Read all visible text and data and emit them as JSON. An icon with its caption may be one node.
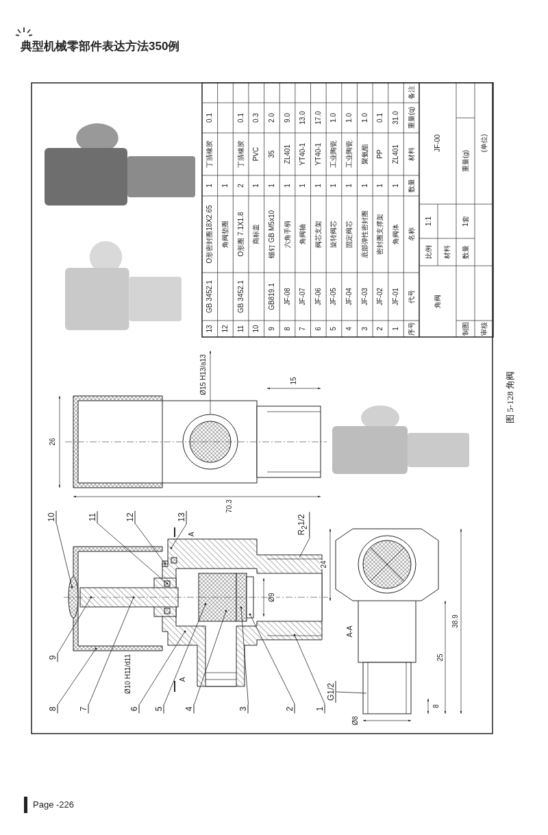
{
  "diagram": {
    "title": "典型机械零部件表达方法350例",
    "caption": "图 5-128 角阀",
    "nodes": [
      {
        "text": [
          "1"
        ]
      },
      {
        "text": [
          "2"
        ]
      },
      {
        "text": [
          "3"
        ]
      },
      {
        "text": [
          "4"
        ]
      },
      {
        "text": [
          "5"
        ]
      },
      {
        "text": [
          "6"
        ]
      },
      {
        "text": [
          "7"
        ]
      },
      {
        "text": [
          "8"
        ]
      },
      {
        "text": [
          "9"
        ]
      },
      {
        "text": [
          "10"
        ]
      },
      {
        "text": [
          "11"
        ]
      },
      {
        "text": [
          "12"
        ]
      },
      {
        "text": [
          "13"
        ]
      },
      {
        "text": [
          "R$_{2}$1/2"
        ]
      },
      {
        "text": [
          "G1/2"
        ]
      }
    ],
    "edges": [
      {
        "from": 0,
        "to": null,
        "arrow": "other"
      },
      {
        "from": 1,
        "to": null,
        "arrow": "other"
      },
      {
        "from": 2,
        "to": null,
        "arrow": "other"
      },
      {
        "from": 3,
        "to": null,
        "arrow": "other"
      },
      {
        "from": 4,
        "to": null,
        "arrow": "other"
      },
      {
        "from": 5,
        "to": null,
        "arrow": "other"
      },
      {
        "from": 6,
        "to": null,
        "arrow": "other"
      },
      {
        "from": 7,
        "to": null,
        "arrow": "other"
      },
      {
        "from": 8,
        "to": null,
        "arrow": "other"
      },
      {
        "from": 9,
        "to": null,
        "arrow": "other"
      },
      {
        "from": 10,
        "to": null,
        "arrow": "other"
      },
      {
        "from": 11,
        "to": null,
        "arrow": "other"
      },
      {
        "from": 12,
        "to": null,
        "arrow": "other"
      },
      {
        "from": 13,
        "to": null,
        "arrow": "none"
      },
      {
        "from": 14,
        "to": null,
        "arrow": "none"
      }
    ],
    "labels": [
      "Ø10 H11/d11",
      "A",
      "A",
      "Ø9",
      "26",
      "70.3",
      "15",
      "Ø15 H13/a13",
      "A-A",
      "24",
      "Ø8",
      "8",
      "25",
      "38.9",
      "13",
      "GB 3452.1",
      "O形密封圈18X2.65",
      "1",
      "丁腈橡胶",
      "0.1",
      "12",
      "角阀垫圈",
      "1",
      "11",
      "GB 3452.1",
      "O形圈 7.1X1.8",
      "2",
      "丁腈橡胶",
      "0.1",
      "10",
      "商标盖",
      "1",
      "PVC",
      "0.3",
      "9",
      "GB819.1",
      "螺钉 GB M5x10",
      "1",
      "35",
      "2.0",
      "8",
      "JF-08",
      "六角手柄",
      "1",
      "ZL401",
      "9.0",
      "7",
      "JF-07",
      "角阀轴",
      "1",
      "YT40-1",
      "13.0",
      "6",
      "JF-06",
      "阀芯支架",
      "1",
      "YT40-1",
      "17.0",
      "5",
      "JF-05",
      "旋转阀芯",
      "1",
      "工业陶瓷",
      "1.0",
      "4",
      "JF-04",
      "固定阀芯",
      "1",
      "工业陶瓷",
      "1.0",
      "3",
      "JF-03",
      "底部弹性密封圈",
      "1",
      "聚氨酯",
      "1.0",
      "2",
      "JF-02",
      "密封圈支撑架",
      "1",
      "PP",
      "0.1",
      "1",
      "JF-01",
      "角阀体",
      "1",
      "ZL401",
      "31.0",
      "序号",
      "代号",
      "名称",
      "数量",
      "材料",
      "重量(q)",
      "备注",
      "角阀",
      "比例",
      "1:1",
      "JF-00",
      "材料",
      "数量",
      "1套",
      "重量(g)",
      "制图",
      "审核",
      "(单位)",
      "Page -226"
    ]
  }
}
